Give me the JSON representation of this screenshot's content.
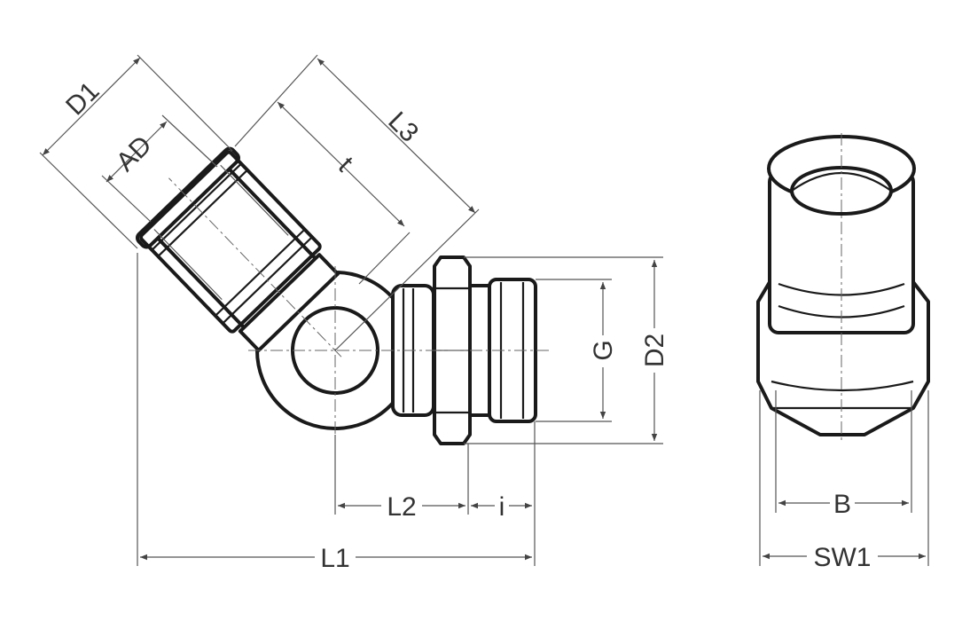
{
  "labels": {
    "d1": "D1",
    "ad": "AD",
    "l3": "L3",
    "t": "t",
    "g": "G",
    "d2": "D2",
    "l2": "L2",
    "i": "i",
    "l1": "L1",
    "b": "B",
    "sw1": "SW1"
  }
}
